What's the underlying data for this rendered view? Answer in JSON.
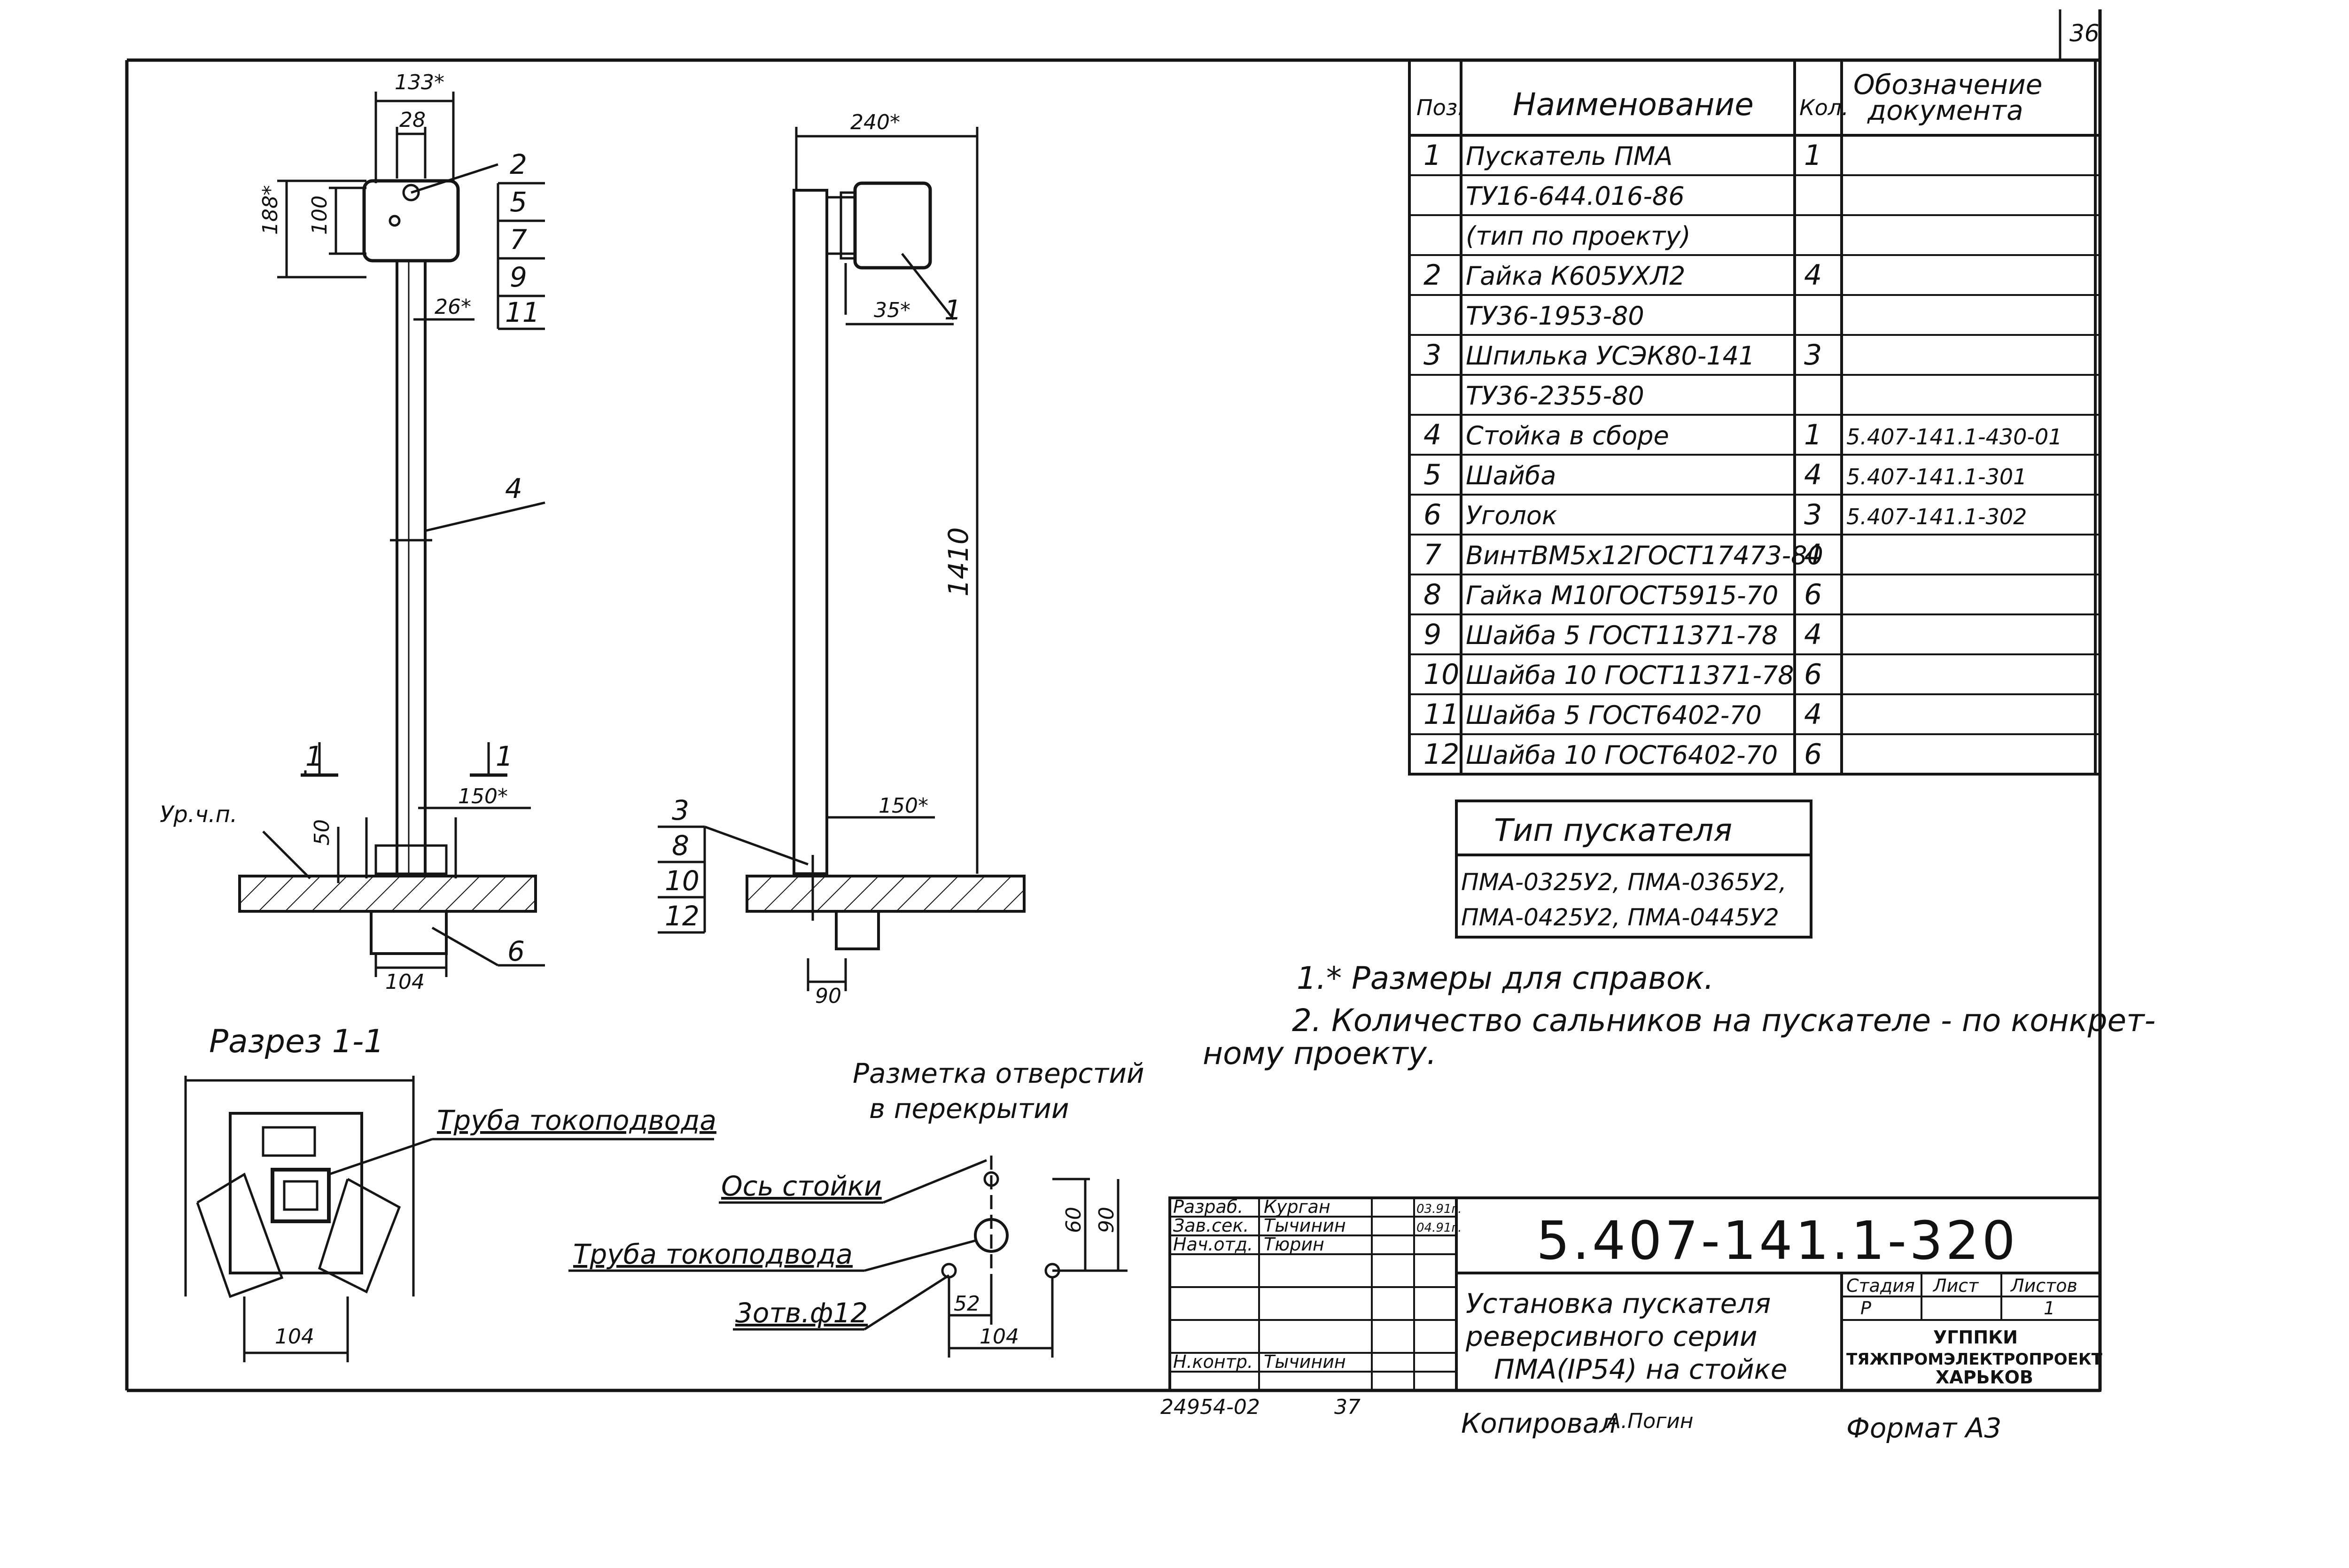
{
  "page": {
    "number": "36"
  },
  "views": {
    "front": {
      "dims": [
        "133*",
        "28",
        "188*",
        "100",
        "26*",
        "50",
        "150*",
        "104"
      ],
      "callouts": [
        "2",
        "5",
        "7",
        "9",
        "11",
        "4",
        "6"
      ],
      "section_mark": "1",
      "floor_label": "Ур.ч.п."
    },
    "side": {
      "dims": [
        "240*",
        "35*",
        "1410",
        "150*",
        "90"
      ],
      "callouts": [
        "1",
        "3",
        "8",
        "10",
        "12"
      ]
    },
    "section": {
      "title": "Разрез 1-1",
      "pipe_label": "Труба токоподвода",
      "dim": "104"
    },
    "holes": {
      "title_line1": "Разметка отверстий",
      "title_line2": "в перекрытии",
      "axis_label": "Ось стойки",
      "pipe_label": "Труба токоподвода",
      "holes_label": "3отв.ф12",
      "dims": [
        "60",
        "90",
        "52",
        "104"
      ]
    }
  },
  "spec_table": {
    "headers": {
      "pos": "Поз.",
      "name": "Наименование",
      "qty": "Кол.",
      "doc_line1": "Обозначение",
      "doc_line2": "документа"
    },
    "rows": [
      {
        "pos": "1",
        "name": "Пускатель ПМА",
        "qty": "1",
        "doc": ""
      },
      {
        "pos": "",
        "name": "ТУ16-644.016-86",
        "qty": "",
        "doc": ""
      },
      {
        "pos": "",
        "name": "(тип по проекту)",
        "qty": "",
        "doc": ""
      },
      {
        "pos": "2",
        "name": "Гайка К605УХЛ2",
        "qty": "4",
        "doc": ""
      },
      {
        "pos": "",
        "name": "ТУ36-1953-80",
        "qty": "",
        "doc": ""
      },
      {
        "pos": "3",
        "name": "Шпилька УСЭК80-141",
        "qty": "3",
        "doc": ""
      },
      {
        "pos": "",
        "name": "ТУ36-2355-80",
        "qty": "",
        "doc": ""
      },
      {
        "pos": "4",
        "name": "Стойка в сборе",
        "qty": "1",
        "doc": "5.407-141.1-430-01"
      },
      {
        "pos": "5",
        "name": "Шайба",
        "qty": "4",
        "doc": "5.407-141.1-301"
      },
      {
        "pos": "6",
        "name": "Уголок",
        "qty": "3",
        "doc": "5.407-141.1-302"
      },
      {
        "pos": "7",
        "name": "ВинтВМ5х12ГОСТ17473-80",
        "qty": "4",
        "doc": ""
      },
      {
        "pos": "8",
        "name": "Гайка М10ГОСТ5915-70",
        "qty": "6",
        "doc": ""
      },
      {
        "pos": "9",
        "name": "Шайба 5 ГОСТ11371-78",
        "qty": "4",
        "doc": ""
      },
      {
        "pos": "10",
        "name": "Шайба 10 ГОСТ11371-78",
        "qty": "6",
        "doc": ""
      },
      {
        "pos": "11",
        "name": "Шайба 5 ГОСТ6402-70",
        "qty": "4",
        "doc": ""
      },
      {
        "pos": "12",
        "name": "Шайба 10 ГОСТ6402-70",
        "qty": "6",
        "doc": ""
      }
    ]
  },
  "starter_type": {
    "title": "Тип пускателя",
    "line1": "ПМА-0325У2, ПМА-0365У2,",
    "line2": "ПМА-0425У2, ПМА-0445У2"
  },
  "notes": {
    "n1": "1.* Размеры для справок.",
    "n2_line1": "2. Количество сальников на пускателе - по конкрет-",
    "n2_line2": "ному проекту."
  },
  "title_block": {
    "code": "5.407-141.1-320",
    "roles": [
      {
        "role": "Разраб.",
        "name": "Курган",
        "date": "03.91г."
      },
      {
        "role": "Зав.сек.",
        "name": "Тычинин",
        "date": "04.91г."
      },
      {
        "role": "Нач.отд.",
        "name": "Тюрин",
        "date": ""
      },
      {
        "role": "Н.контр.",
        "name": "Тычинин",
        "date": ""
      }
    ],
    "description_line1": "Установка пускателя",
    "description_line2": "реверсивного серии",
    "description_line3": "ПМА(IP54) на стойке",
    "stage_label": "Стадия",
    "sheet_label": "Лист",
    "sheets_label": "Листов",
    "stage": "Р",
    "sheets": "1",
    "org_line1": "УГППКИ",
    "org_line2": "ТЯЖПРОМЭЛЕКТРОПРОЕКТ",
    "org_line3": "ХАРЬКОВ"
  },
  "footer": {
    "inv": "24954-02",
    "num": "37",
    "copied": "Копировал",
    "copied_by": "А.Погин",
    "format": "Формат А3"
  }
}
